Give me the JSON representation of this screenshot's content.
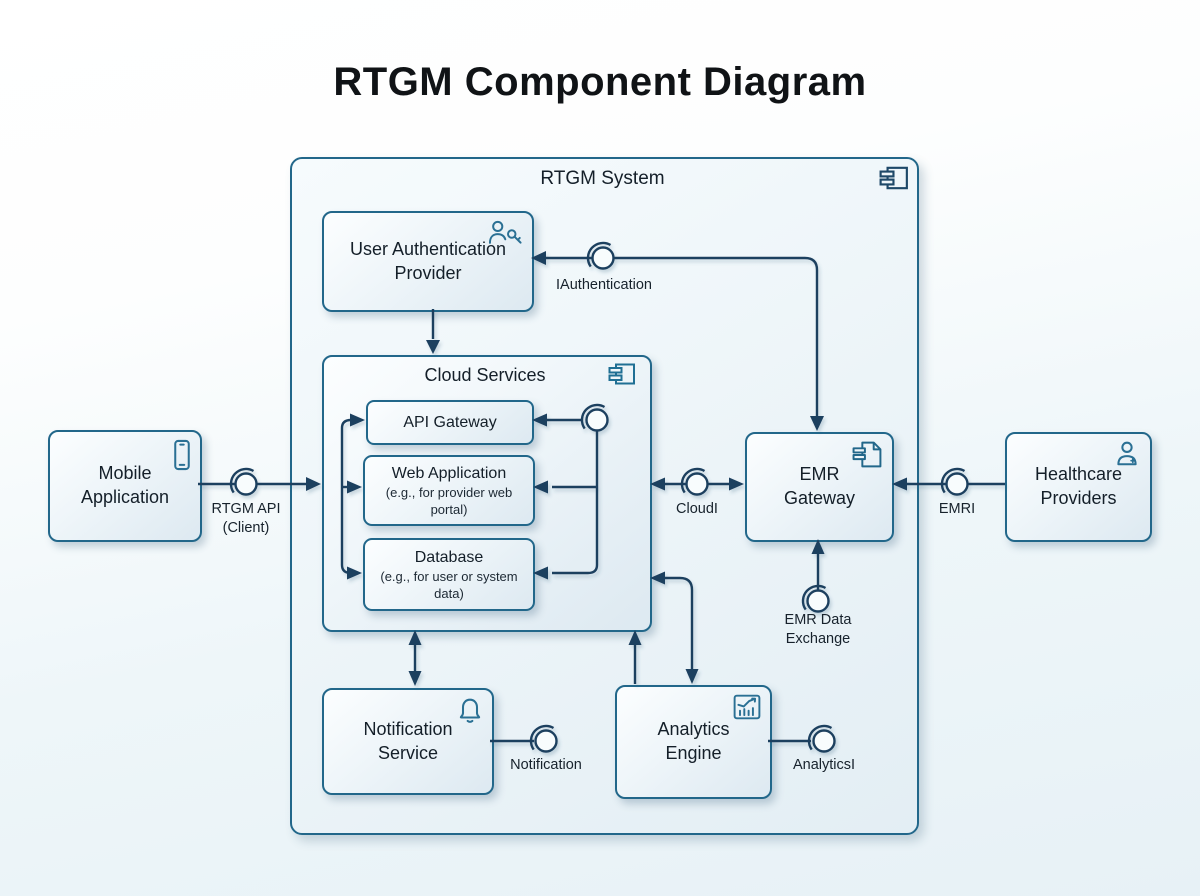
{
  "title": "RTGM Component Diagram",
  "system": {
    "label": "RTGM System",
    "icon": "component-icon"
  },
  "components": {
    "user_auth": {
      "label": "User Authentication Provider",
      "icon": "user-key-icon"
    },
    "cloud_services": {
      "label": "Cloud Services",
      "icon": "component-icon"
    },
    "api_gateway": {
      "label": "API Gateway"
    },
    "web_application": {
      "label": "Web Application",
      "sublabel": "(e.g., for provider web portal)"
    },
    "database": {
      "label": "Database",
      "sublabel": "(e.g., for user or system data)"
    },
    "emr_gateway": {
      "label": "EMR Gateway",
      "icon": "document-component-icon"
    },
    "notification_service": {
      "label": "Notification Service",
      "icon": "bell-icon"
    },
    "analytics_engine": {
      "label": "Analytics Engine",
      "icon": "chart-icon"
    },
    "mobile_application": {
      "label": "Mobile Application",
      "icon": "smartphone-icon"
    },
    "healthcare_providers": {
      "label": "Healthcare Providers",
      "icon": "medical-user-icon"
    }
  },
  "interfaces": {
    "rtgm_api": {
      "label": "RTGM API (Client)"
    },
    "iauthentication": {
      "label": "IAuthentication"
    },
    "cloudi": {
      "label": "CloudI"
    },
    "emri": {
      "label": "EMRI"
    },
    "emr_data_exchange": {
      "label": "EMR Data Exchange"
    },
    "notification": {
      "label": "Notification"
    },
    "analyticsi": {
      "label": "AnalyticsI"
    }
  },
  "colors": {
    "box_border": "#22678a",
    "connector": "#1f3f5f",
    "icon_teal": "#2a7094",
    "background_tint": "#e8f2f7",
    "text": "#141f29"
  }
}
